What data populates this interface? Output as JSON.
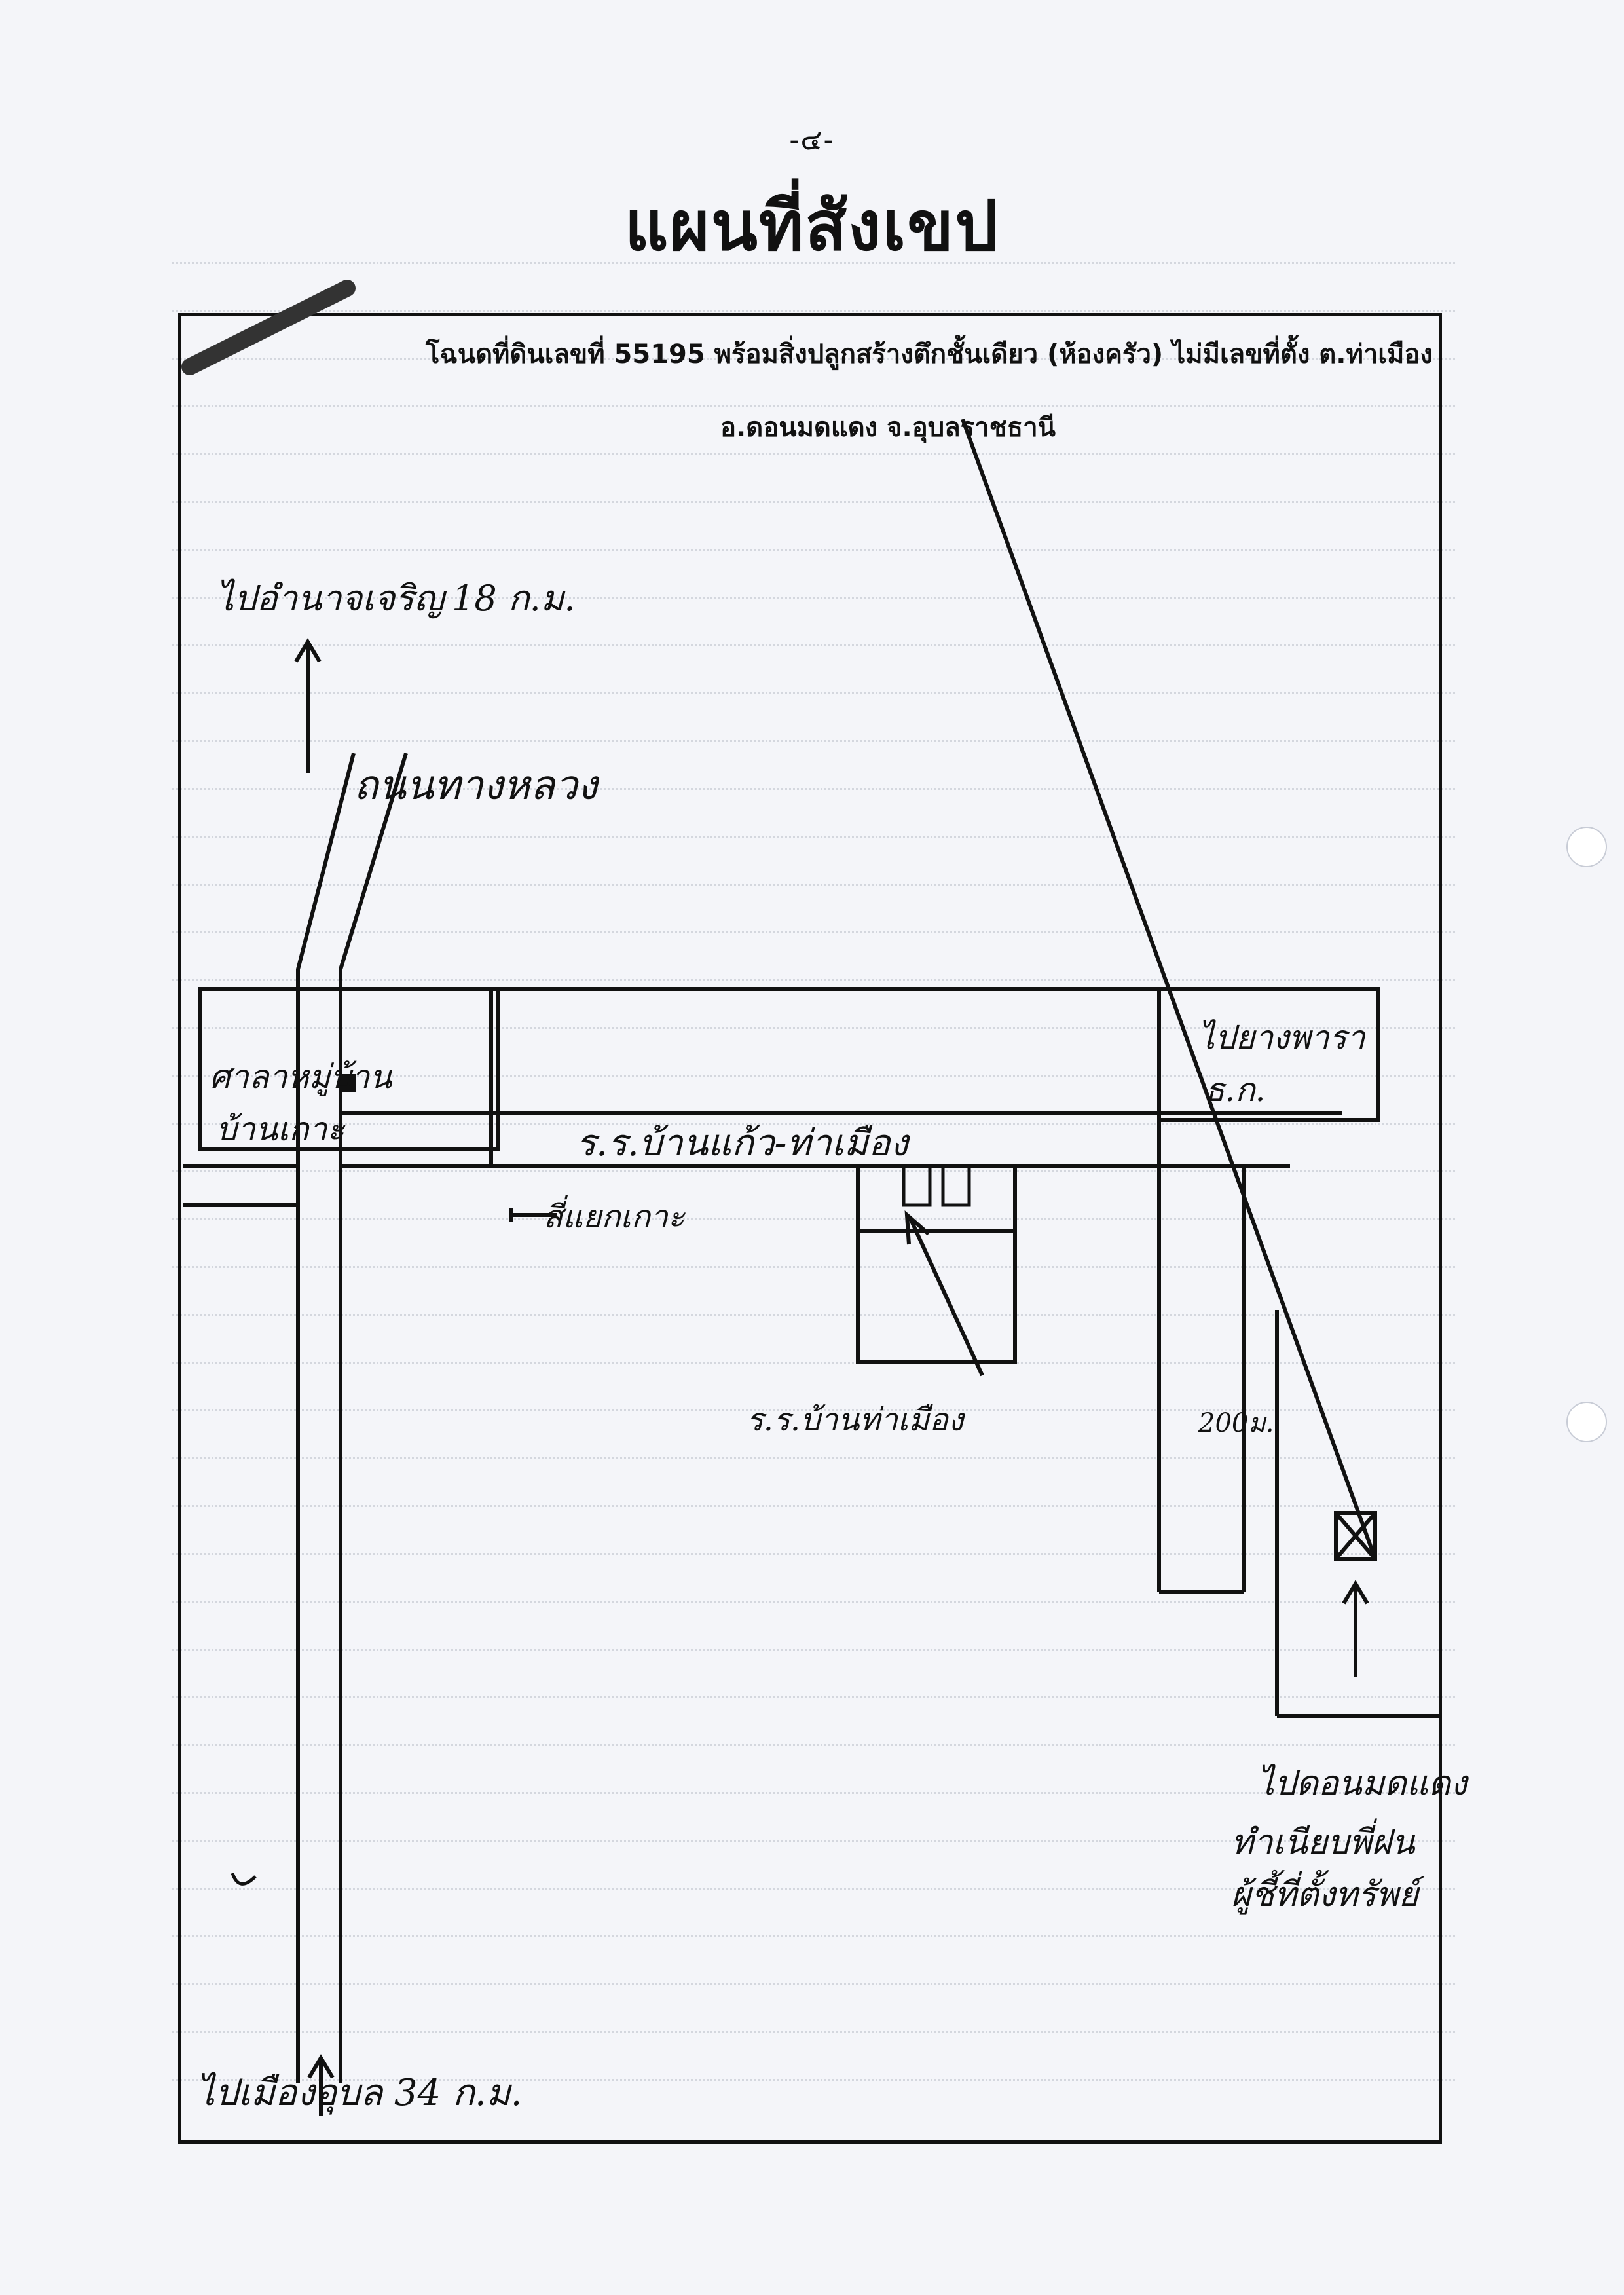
{
  "page": {
    "page_number": "-๔-",
    "title": "แผนที่สังเขป"
  },
  "map": {
    "header_line1": "โฉนดที่ดินเลขที่ 55195 พร้อมสิ่งปลูกสร้างตึกชั้นเดียว (ห้องครัว) ไม่มีเลขที่ตั้ง ต.ท่าเมือง",
    "header_line2": "อ.ดอนมดแดง จ.อุบลราชธานี",
    "labels": {
      "to_amnat": "ไปอำนาจเจริญ",
      "distance_top": "18 ก.ม.",
      "road_vertical": "ถนนทางหลวง",
      "village_left_line1": "ศาลาหมู่บ้าน",
      "village_left_line2": "บ้านเกาะ",
      "to_rubber": "ไปยางพารา",
      "distance_right": "ธ.ก.",
      "school": "ร.ร.บ้านแก้ว-ท่าเมือง",
      "intersection": "สี่แยกเกาะ",
      "health_center": "ร.ร.บ้านท่าเมือง",
      "distance_bottom": "200ม.",
      "to_donmot": "ไปดอนมดแดง",
      "sig_line1": "ทำเนียบพี่ฝน",
      "sig_line2": "ผู้ชี้ที่ตั้งทรัพย์",
      "to_city": "ไปเมืองอุบล 34 ก.ม."
    }
  }
}
